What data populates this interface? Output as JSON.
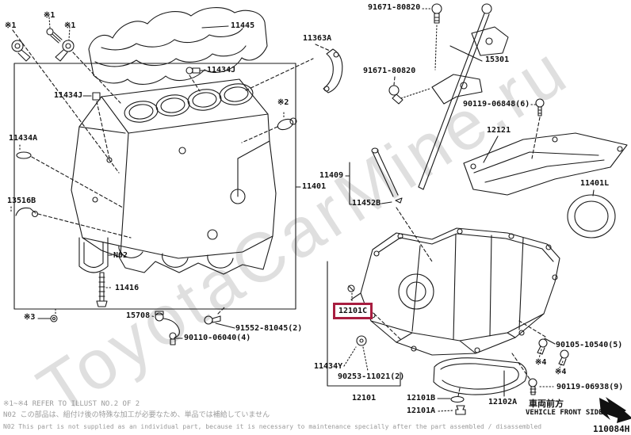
{
  "watermark": "ToyotaCarMine.ru",
  "diagram_code": "110084H",
  "highlight": {
    "part": "12101C",
    "color": "#a81e40"
  },
  "front_direction": {
    "jp": "車両前方",
    "en": "VEHICLE FRONT SIDE"
  },
  "notes": {
    "refer": "※1~※4 REFER TO ILLUST NO.2 OF 2",
    "n02_jp": "N02 この部品は、組付け後の特殊な加工が必要なため、単品では補給していません",
    "n02_en": "N02  This part is not supplied as an individual part, because it is necessary to maintenance specially after the part assembled / disassembled"
  },
  "labels": [
    {
      "text": "※1"
    },
    {
      "text": "※1"
    },
    {
      "text": "※1"
    },
    {
      "text": "11445"
    },
    {
      "text": "11434J"
    },
    {
      "text": "11434J"
    },
    {
      "text": "11434A"
    },
    {
      "text": "13516B"
    },
    {
      "text": "N02"
    },
    {
      "text": "11416"
    },
    {
      "text": "15708"
    },
    {
      "text": "91552-81045(2)"
    },
    {
      "text": "90110-06040(4)"
    },
    {
      "text": "※3"
    },
    {
      "text": "11363A"
    },
    {
      "text": "91671-80820"
    },
    {
      "text": "91671-80820"
    },
    {
      "text": "15301"
    },
    {
      "text": "90119-06848(6)"
    },
    {
      "text": "12121"
    },
    {
      "text": "11401L"
    },
    {
      "text": "11401"
    },
    {
      "text": "11409"
    },
    {
      "text": "11452B"
    },
    {
      "text": "12101C"
    },
    {
      "text": "11434Y"
    },
    {
      "text": "90253-11021(2)"
    },
    {
      "text": "12101"
    },
    {
      "text": "12101B"
    },
    {
      "text": "12101A"
    },
    {
      "text": "12102A"
    },
    {
      "text": "90105-10540(5)"
    },
    {
      "text": "※4"
    },
    {
      "text": "※4"
    },
    {
      "text": "90119-06938(9)"
    },
    {
      "text": "※2"
    }
  ]
}
